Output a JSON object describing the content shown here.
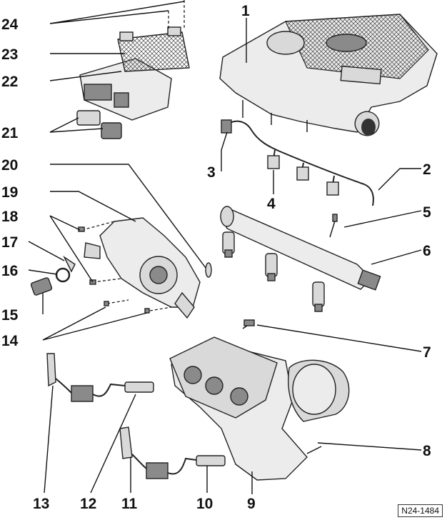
{
  "diagram": {
    "reference": "N24-1484",
    "callouts": [
      "1",
      "2",
      "3",
      "4",
      "5",
      "6",
      "7",
      "8",
      "9",
      "10",
      "11",
      "12",
      "13",
      "14",
      "15",
      "16",
      "17",
      "18",
      "19",
      "20",
      "21",
      "22",
      "23",
      "24"
    ]
  }
}
